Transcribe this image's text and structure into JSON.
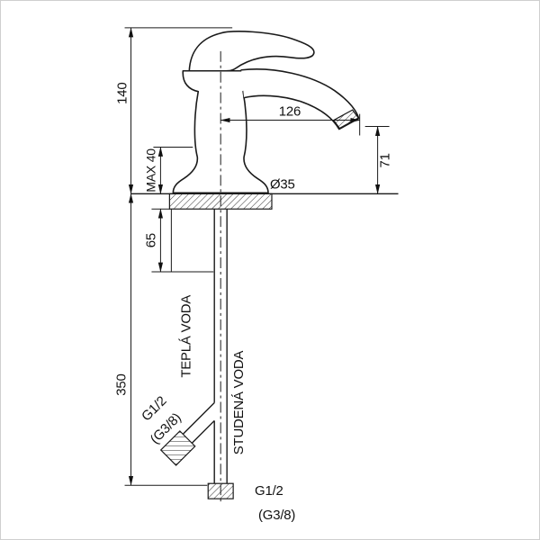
{
  "drawing": {
    "dims": {
      "total_height": "140",
      "max_deck_thickness": "MAX 40",
      "spout_reach": "126",
      "spout_height": "71",
      "hole_diameter": "Ø35",
      "shank_length": "65",
      "hose_length": "350"
    },
    "labels": {
      "hot_water": "TEPLÁ VODA",
      "cold_water": "STUDENÁ VODA",
      "hot_thread": "G1/2",
      "hot_thread_alt": "(G3/8)",
      "bottom_thread": "G1/2",
      "bottom_thread_alt": "(G3/8)"
    }
  }
}
